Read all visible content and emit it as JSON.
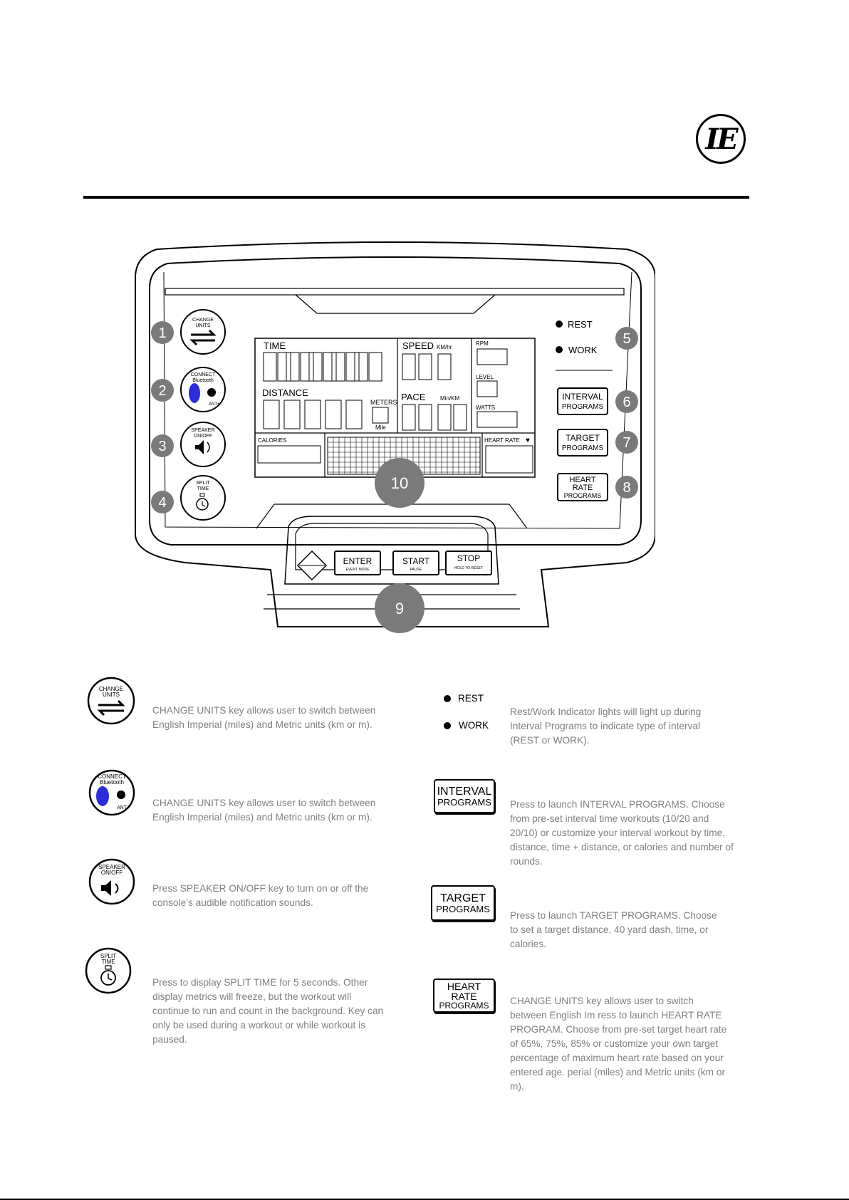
{
  "logo": {
    "text": "IE"
  },
  "console": {
    "display": {
      "time_label": "TIME",
      "distance_label": "DISTANCE",
      "meters_label": "METERS",
      "mile_label": "Mile",
      "speed_label": "SPEED",
      "speed_unit": "KM/hr",
      "pace_label": "PACE",
      "pace_unit": "Min/KM",
      "rpm_label": "RPM",
      "level_label": "LEVEL",
      "watts_label": "WATTS",
      "calories_label": "CALORIES",
      "heart_rate_label": "HEART RATE"
    },
    "left_keys": [
      {
        "line1": "CHANGE",
        "line2": "UNITS"
      },
      {
        "line1": "CONNECT",
        "line2": "Bluetooth",
        "line3": "ANT+"
      },
      {
        "line1": "SPEAKER",
        "line2": "ON/OFF"
      },
      {
        "line1": "SPLIT",
        "line2": "TIME"
      }
    ],
    "indicators": {
      "rest": "REST",
      "work": "WORK"
    },
    "program_keys": [
      {
        "lines": [
          "INTERVAL",
          "PROGRAMS"
        ]
      },
      {
        "lines": [
          "TARGET",
          "PROGRAMS"
        ]
      },
      {
        "lines": [
          "HEART",
          "RATE",
          "PROGRAMS"
        ]
      }
    ],
    "bottom_keys": [
      {
        "label": "ENTER",
        "sub": "EVENT MODE"
      },
      {
        "label": "START",
        "sub": "PAUSE"
      },
      {
        "label": "STOP",
        "sub": "HOLD TO RESET"
      }
    ],
    "callouts": [
      "1",
      "2",
      "3",
      "4",
      "5",
      "6",
      "7",
      "8",
      "9",
      "10"
    ]
  },
  "legend": {
    "left": [
      {
        "icon": "change-units-icon",
        "text": "CHANGE UNITS key allows user to switch between English Imperial (miles) and Metric units (km or m)."
      },
      {
        "icon": "connect-bluetooth-icon",
        "text": "CHANGE UNITS key allows user to switch between English Imperial (miles) and Metric units (km or m)."
      },
      {
        "icon": "speaker-icon",
        "text": "Press SPEAKER ON/OFF key to turn on or off the console’s audible notification sounds."
      },
      {
        "icon": "split-time-icon",
        "text": "Press to display SPLIT TIME for 5 seconds. Other display metrics will freeze, but the workout will continue to run and count in the background. Key can only be used during a workout or while workout is paused."
      }
    ],
    "right": [
      {
        "icon": "rest-work-indicator",
        "text": "Rest/Work Indicator lights will light up during Interval Programs to indicate type of interval (REST or WORK)."
      },
      {
        "icon": "interval-programs-key",
        "text": "Press to launch INTERVAL PROGRAMS. Choose from pre-set interval time workouts (10/20 and 20/10) or customize your interval workout by time, distance, time + distance, or calories and number of rounds."
      },
      {
        "icon": "target-programs-key",
        "text": "Press to launch TARGET PROGRAMS. Choose to set a target distance, 40 yard dash, time, or calories."
      },
      {
        "icon": "heart-rate-programs-key",
        "text": "CHANGE UNITS key allows user to switch between English Im ress to launch HEART RATE PROGRAM. Choose from pre-set target heart rate of 65%, 75%, 85% or customize your own target percentage of maximum heart rate based on your entered age. perial (miles) and Metric units (km or m)."
      }
    ]
  },
  "colors": {
    "callout": "#7a7a7a",
    "bluetooth": "#2b2bdc",
    "description_text": "#808080"
  }
}
